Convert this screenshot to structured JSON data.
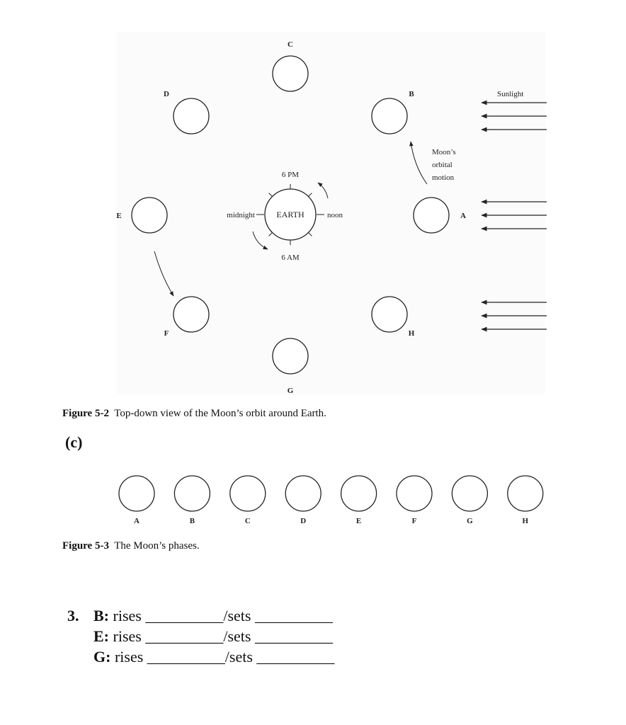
{
  "figure1": {
    "positions": [
      {
        "id": "C",
        "label": "C"
      },
      {
        "id": "B",
        "label": "B"
      },
      {
        "id": "D",
        "label": "D"
      },
      {
        "id": "E",
        "label": "E"
      },
      {
        "id": "A",
        "label": "A"
      },
      {
        "id": "F",
        "label": "F"
      },
      {
        "id": "H",
        "label": "H"
      },
      {
        "id": "G",
        "label": "G"
      }
    ],
    "earth_label": "EARTH",
    "time_6pm": "6 PM",
    "time_6am": "6 AM",
    "time_midnight": "midnight",
    "time_noon": "noon",
    "sunlight_label": "Sunlight",
    "orbital_motion_lines": [
      "Moon’s",
      "orbital",
      "motion"
    ],
    "caption_bold": "Figure 5-2",
    "caption_text": "Top-down view of the Moon’s orbit around Earth."
  },
  "part_c_label": "(c)",
  "figure2": {
    "phases": [
      "A",
      "B",
      "C",
      "D",
      "E",
      "F",
      "G",
      "H"
    ],
    "caption_bold": "Figure 5-3",
    "caption_text": "The Moon’s phases."
  },
  "question": {
    "number": "3.",
    "rows": [
      {
        "key": "B:",
        "text": "rises __________/sets __________"
      },
      {
        "key": "E:",
        "text": "rises __________/sets __________"
      },
      {
        "key": "G:",
        "text": "rises __________/sets __________"
      }
    ]
  }
}
